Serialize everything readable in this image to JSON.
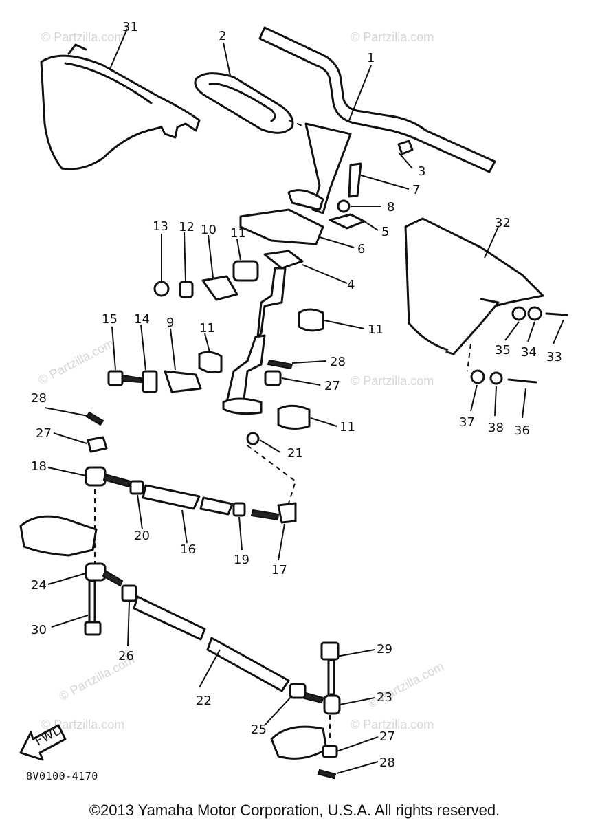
{
  "watermark": "© Partzilla.com",
  "ref_code": "8V0100-4170",
  "fwd_label": "FWD",
  "copyright": "©2013 Yamaha Motor Corporation, U.S.A. All rights reserved.",
  "callouts": {
    "c1": "1",
    "c2": "2",
    "c3": "3",
    "c4": "4",
    "c5": "5",
    "c6": "6",
    "c7": "7",
    "c8": "8",
    "c9": "9",
    "c10": "10",
    "c11a": "11",
    "c11b": "11",
    "c11c": "11",
    "c11d": "11",
    "c12": "12",
    "c13": "13",
    "c14": "14",
    "c15": "15",
    "c16": "16",
    "c17": "17",
    "c18": "18",
    "c19": "19",
    "c20": "20",
    "c21": "21",
    "c22": "22",
    "c23": "23",
    "c24": "24",
    "c25": "25",
    "c26": "26",
    "c27a": "27",
    "c27b": "27",
    "c27c": "27",
    "c28a": "28",
    "c28b": "28",
    "c28c": "28",
    "c29": "29",
    "c30": "30",
    "c31": "31",
    "c32": "32",
    "c33": "33",
    "c34": "34",
    "c35": "35",
    "c36": "36",
    "c37": "37",
    "c38": "38"
  }
}
